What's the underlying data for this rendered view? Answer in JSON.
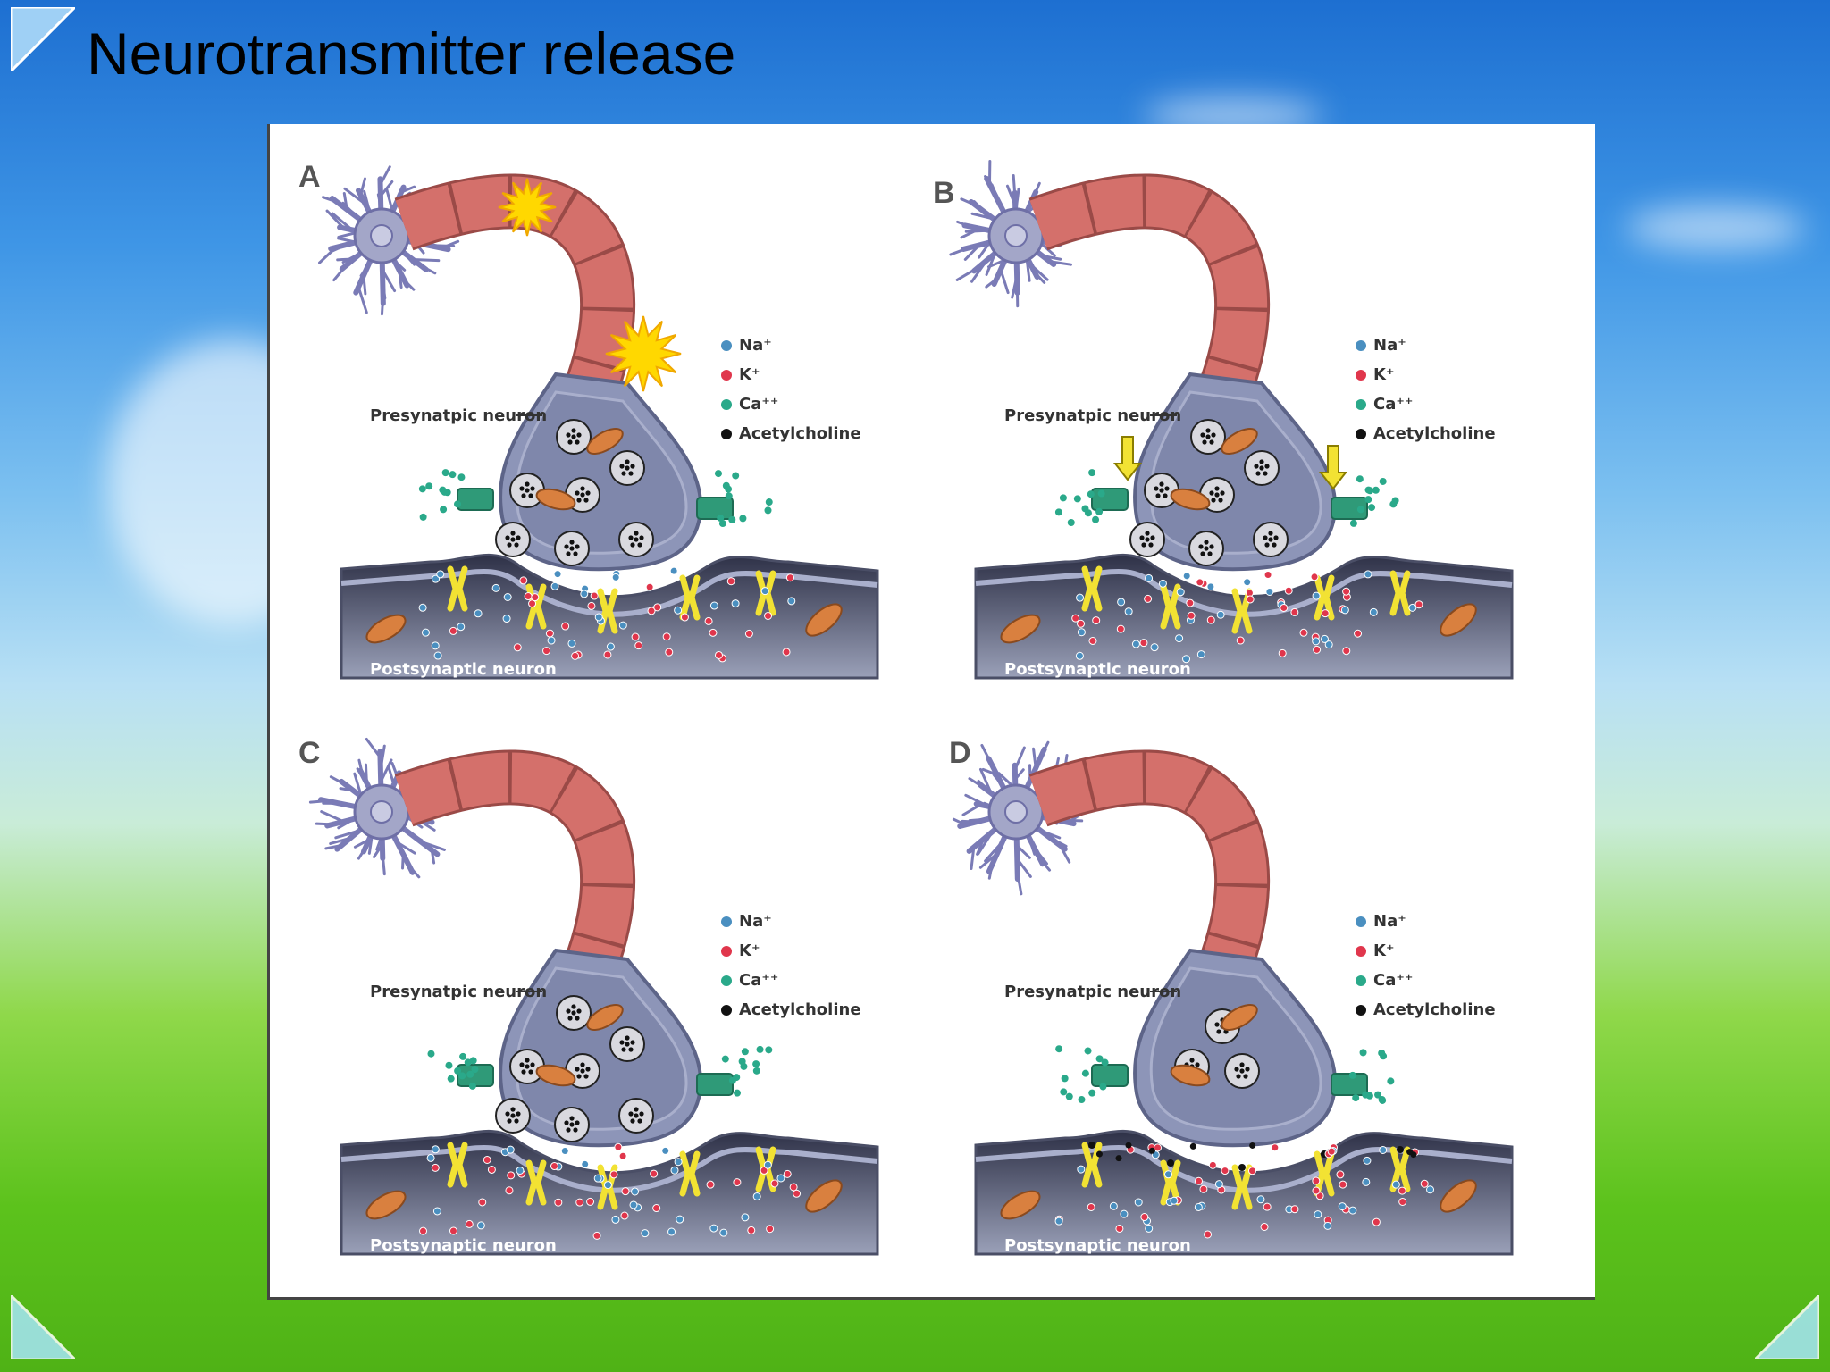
{
  "slide": {
    "title": "Neurotransmitter release"
  },
  "colors": {
    "na": "#4a8fc0",
    "k": "#e0364c",
    "ca": "#2aa98a",
    "ach": "#111111",
    "axon": "#d4706b",
    "terminal": "#8d95b8",
    "dendrite": "#7a7bb6",
    "receptor": "#f2e233",
    "spark": "#ffd800"
  },
  "legend": [
    "Na⁺",
    "K⁺",
    "Ca⁺⁺",
    "Acetylcholine"
  ],
  "panels": [
    {
      "letter": "A",
      "pre_label": "Presynatpic neuron",
      "post_label": "Postsynaptic neuron",
      "legend": [
        "Na⁺",
        "K⁺",
        "Ca⁺⁺",
        "Acetylcholine"
      ]
    },
    {
      "letter": "B",
      "pre_label": "Presynatpic neuron",
      "post_label": "Postsynaptic neuron",
      "legend": [
        "Na⁺",
        "K⁺",
        "Ca⁺⁺",
        "Acetylcholine"
      ]
    },
    {
      "letter": "C",
      "pre_label": "Presynatpic neuron",
      "post_label": "Postsynaptic neuron",
      "legend": [
        "Na⁺",
        "K⁺",
        "Ca⁺⁺",
        "Acetylcholine"
      ]
    },
    {
      "letter": "D",
      "pre_label": "Presynatpic neuron",
      "post_label": "Postsynaptic neuron",
      "legend": [
        "Na⁺",
        "K⁺",
        "Ca⁺⁺",
        "Acetylcholine"
      ]
    }
  ]
}
